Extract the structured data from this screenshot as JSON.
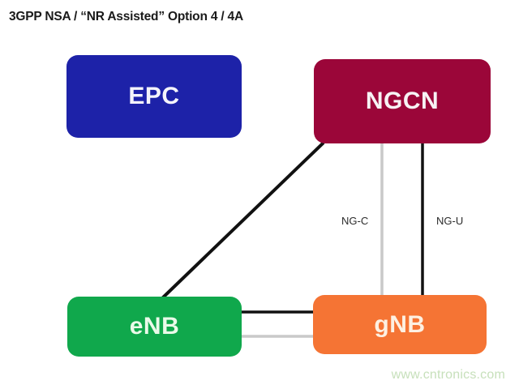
{
  "diagram": {
    "title": "3GPP NSA / “NR Assisted”  Option 4 / 4A",
    "background_color": "#ffffff",
    "nodes": [
      {
        "id": "epc",
        "label": "EPC",
        "color": "#1d22a8",
        "text_color": "#f4f4fb"
      },
      {
        "id": "ngcn",
        "label": "NGCN",
        "color": "#9b0639",
        "text_color": "#f7f2f4"
      },
      {
        "id": "enb",
        "label": "eNB",
        "color": "#10a84c",
        "text_color": "#eafae9"
      },
      {
        "id": "gnb",
        "label": "gNB",
        "color": "#f57434",
        "text_color": "#fdf0e2"
      }
    ],
    "links": [
      {
        "id": "ngcn-enb",
        "from": "ngcn",
        "to": "enb",
        "label": "",
        "color": "#111111",
        "style": "solid-black-diagonal"
      },
      {
        "id": "ngcn-gnb-c",
        "from": "ngcn",
        "to": "gnb",
        "label": "NG-C",
        "color": "#c9c9c9",
        "style": "solid-gray-vertical"
      },
      {
        "id": "ngcn-gnb-u",
        "from": "ngcn",
        "to": "gnb",
        "label": "NG-U",
        "color": "#111111",
        "style": "solid-black-vertical"
      },
      {
        "id": "enb-gnb-black",
        "from": "enb",
        "to": "gnb",
        "label": "",
        "color": "#111111",
        "style": "solid-black-horizontal"
      },
      {
        "id": "enb-gnb-gray",
        "from": "enb",
        "to": "gnb",
        "label": "",
        "color": "#c9c9c9",
        "style": "solid-gray-horizontal"
      }
    ],
    "edge_labels": {
      "ng_c": "NG-C",
      "ng_u": "NG-U"
    },
    "watermark": {
      "text": "www.cntronics.com",
      "color": "#c7e0bb"
    }
  }
}
